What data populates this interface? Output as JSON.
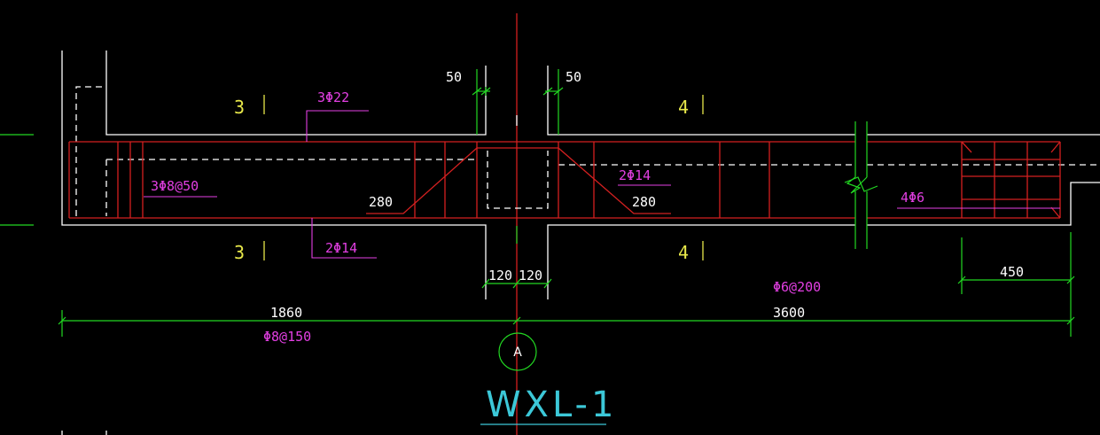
{
  "drawing": {
    "title": "WXL-1",
    "axis_label": "A",
    "dimensions": {
      "gap_left": "50",
      "gap_right": "50",
      "col_left": "120",
      "col_right": "120",
      "span_left": "1860",
      "span_right": "3600",
      "end_zone": "450",
      "bend_left": "280",
      "bend_right": "280"
    },
    "rebar": {
      "top_main": "3Φ22",
      "stirrup_dense": "3Φ8@50",
      "bottom_main": "2Φ14",
      "bent_bar": "2Φ14",
      "end_bars": "4Φ6",
      "stirrup_right": "Φ6@200",
      "stirrup_left": "Φ8@150"
    },
    "sections": {
      "left_top": "3",
      "left_bottom": "3",
      "right_top": "4",
      "right_bottom": "4"
    }
  }
}
